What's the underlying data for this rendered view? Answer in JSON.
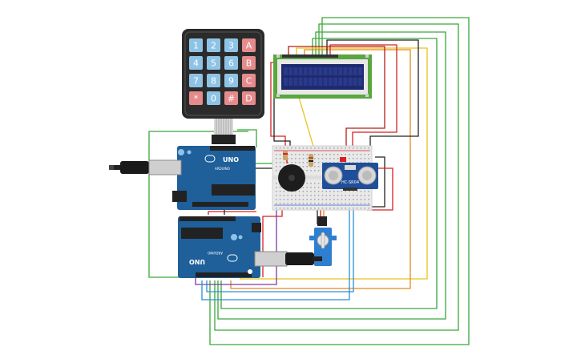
{
  "keypad": {
    "keys": [
      {
        "label": "1",
        "kind": "num"
      },
      {
        "label": "2",
        "kind": "num"
      },
      {
        "label": "3",
        "kind": "num"
      },
      {
        "label": "A",
        "kind": "fn"
      },
      {
        "label": "4",
        "kind": "num"
      },
      {
        "label": "5",
        "kind": "num"
      },
      {
        "label": "6",
        "kind": "num"
      },
      {
        "label": "B",
        "kind": "fn"
      },
      {
        "label": "7",
        "kind": "num"
      },
      {
        "label": "8",
        "kind": "num"
      },
      {
        "label": "9",
        "kind": "num"
      },
      {
        "label": "C",
        "kind": "fn"
      },
      {
        "label": "*",
        "kind": "fn"
      },
      {
        "label": "0",
        "kind": "num"
      },
      {
        "label": "#",
        "kind": "fn"
      },
      {
        "label": "D",
        "kind": "fn"
      }
    ]
  },
  "boards": {
    "top": {
      "model": "UNO",
      "brand": "ARDUINO"
    },
    "bottom": {
      "model": "UNO",
      "brand": "ARDUINO"
    }
  },
  "sensor": {
    "label": "HC-SR04"
  },
  "colors": {
    "board": "#1f5f9a",
    "lcd_pcb": "#5aa641",
    "lcd_screen": "#1e2a6e",
    "keypad_body": "#2b2b2b",
    "key_num": "#8fc3e6",
    "key_fn": "#e58b8b",
    "breadboard": "#e9e9e9",
    "servo": "#2f7fd0",
    "wire_green": "#3aa63a",
    "wire_red": "#d62222",
    "wire_black": "#222222",
    "wire_yellow": "#e8c31a",
    "wire_orange": "#e38a1c",
    "wire_blue": "#2a8fd6",
    "wire_purple": "#7a3aa3"
  }
}
